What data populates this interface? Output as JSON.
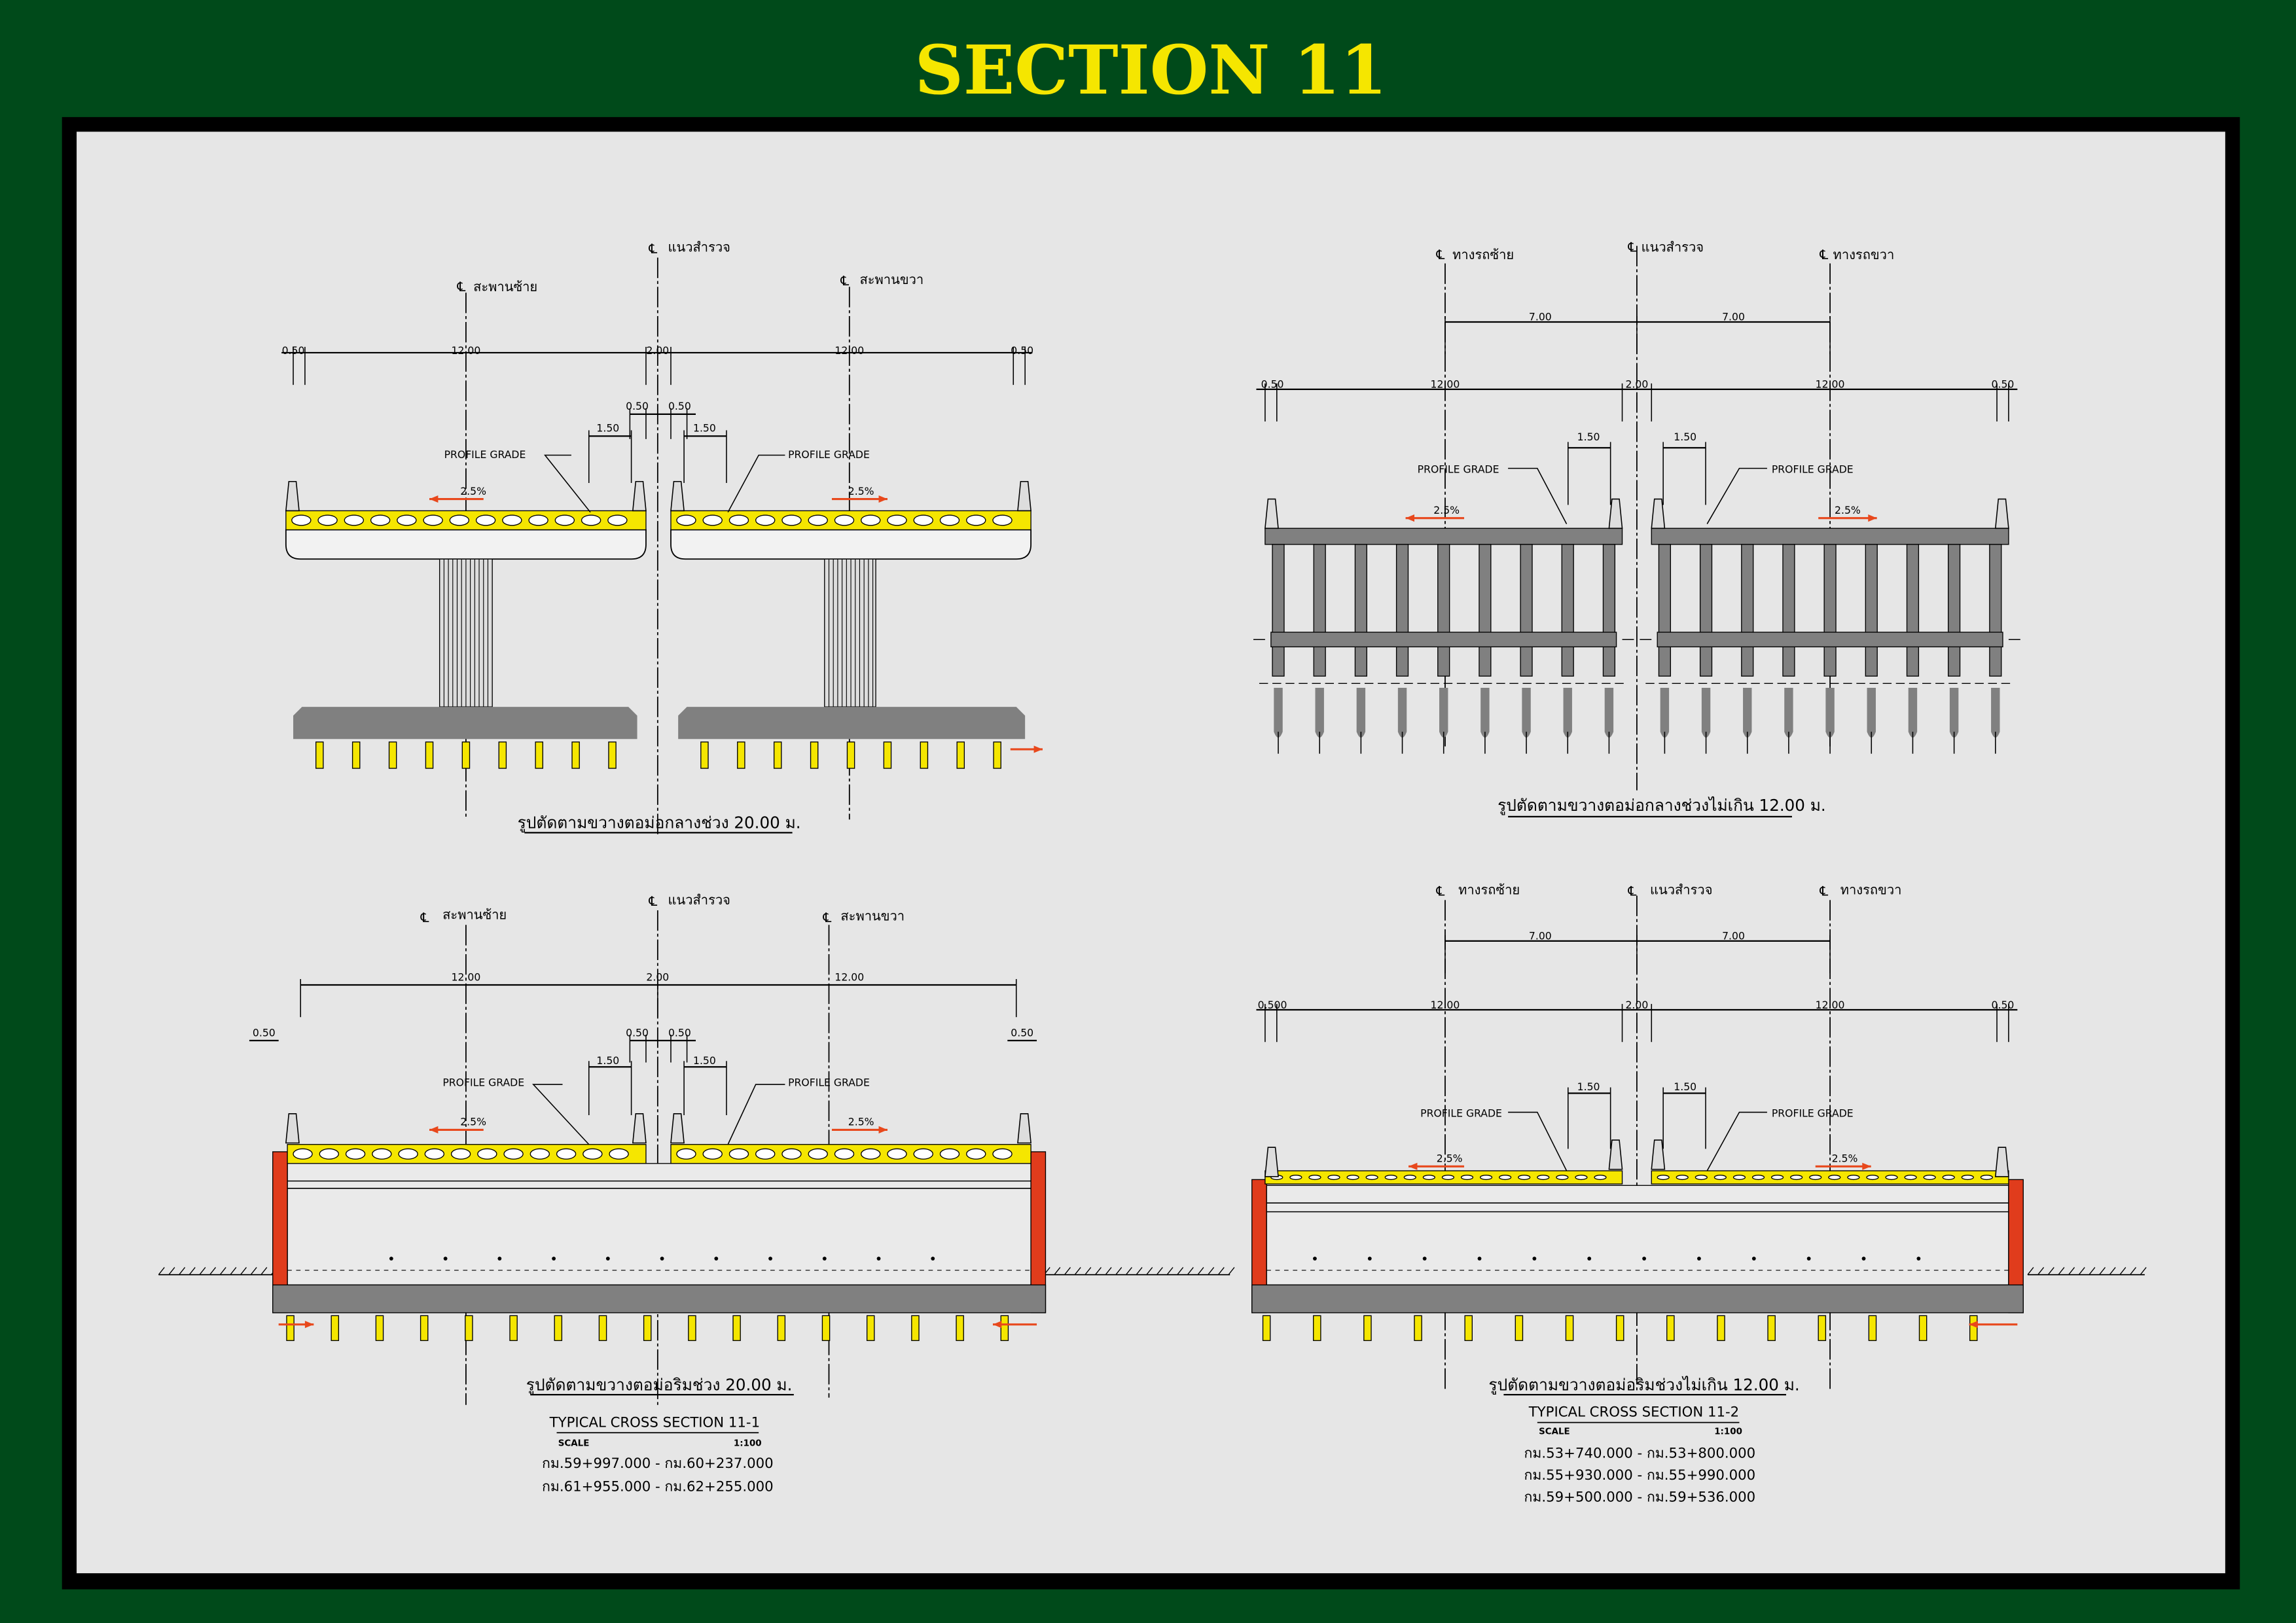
{
  "title": "SECTION 11",
  "colors": {
    "background": "#004a1a",
    "frame": "#000000",
    "sheet": "#e6e6e6",
    "title": "#f5e600",
    "deck": "#f5e600",
    "concrete": "#808080",
    "wall": "#e03c1c",
    "arrow": "#e8481c"
  },
  "cl_symbol": "℄",
  "top_left": {
    "cl_left": "สะพานซ้าย",
    "cl_center": "แนวสำรวจ",
    "cl_right": "สะพานขวา",
    "dims": [
      "0.50",
      "12.00",
      "2.00",
      "12.00",
      "0.50"
    ],
    "median_dims": [
      "0.50",
      "0.50"
    ],
    "sidewalk_dims": [
      "1.50",
      "1.50"
    ],
    "profile_grade": "PROFILE GRADE",
    "slope": "2.5%",
    "caption": "รูปตัดตามขวางตอม่อกลางช่วง 20.00 ม."
  },
  "top_right": {
    "cl_left": "ทางรถซ้าย",
    "cl_center": "แนวสำรวจ",
    "cl_right": "ทางรถขวา",
    "lane_dims": [
      "7.00",
      "7.00"
    ],
    "dims": [
      "0.50",
      "12.00",
      "2.00",
      "12.00",
      "0.50"
    ],
    "sidewalk_dims": [
      "1.50",
      "1.50"
    ],
    "profile_grade": "PROFILE GRADE",
    "slope": "2.5%",
    "caption": "รูปตัดตามขวางตอม่อกลางช่วงไม่เกิน 12.00 ม."
  },
  "bottom_left": {
    "cl_left": "สะพานซ้าย",
    "cl_center": "แนวสำรวจ",
    "cl_right": "สะพานขวา",
    "dims": [
      "12.00",
      "2.00",
      "12.00"
    ],
    "edge_dims": [
      "0.50",
      "0.50"
    ],
    "median_dims": [
      "0.50",
      "0.50"
    ],
    "sidewalk_dims": [
      "1.50",
      "1.50"
    ],
    "profile_grade": "PROFILE GRADE",
    "slope": "2.5%",
    "caption": "รูปตัดตามขวางตอม่อริมช่วง 20.00 ม.",
    "section_title": "TYPICAL CROSS SECTION 11-1",
    "scale_label": "SCALE",
    "scale_value": "1:100",
    "stations": [
      "กม.59+997.000 - กม.60+237.000",
      "กม.61+955.000 - กม.62+255.000"
    ]
  },
  "bottom_right": {
    "cl_left": "ทางรถซ้าย",
    "cl_center": "แนวสำรวจ",
    "cl_right": "ทางรถขวา",
    "lane_dims": [
      "7.00",
      "7.00"
    ],
    "dims": [
      "0.500",
      "12.00",
      "2.00",
      "12.00",
      "0.50"
    ],
    "sidewalk_dims": [
      "1.50",
      "1.50"
    ],
    "profile_grade": "PROFILE GRADE",
    "slope": "2.5%",
    "caption": "รูปตัดตามขวางตอม่อริมช่วงไม่เกิน 12.00 ม.",
    "section_title": "TYPICAL CROSS SECTION 11-2",
    "scale_label": "SCALE",
    "scale_value": "1:100",
    "stations": [
      "กม.53+740.000 - กม.53+800.000",
      "กม.55+930.000 - กม.55+990.000",
      "กม.59+500.000 - กม.59+536.000"
    ]
  }
}
